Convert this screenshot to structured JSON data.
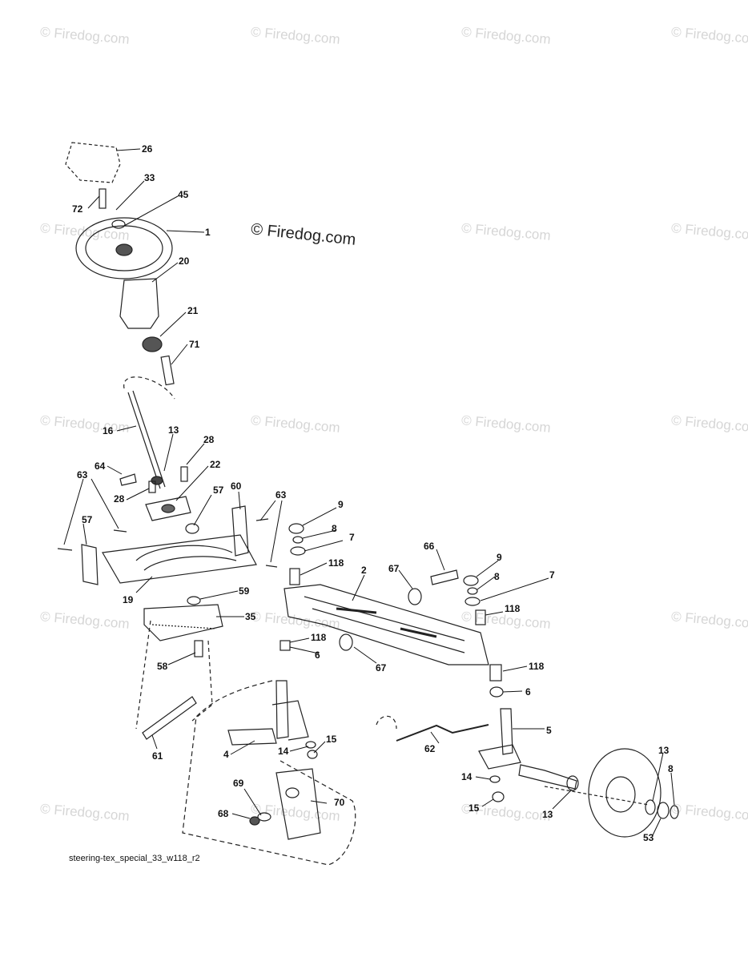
{
  "watermark": "© Firedog.com",
  "center_watermark": "© Firedog.com",
  "caption": "steering-tex_special_33_w118_r2",
  "part_numbers": [
    "26",
    "33",
    "72",
    "45",
    "1",
    "20",
    "21",
    "71",
    "16",
    "13",
    "28",
    "64",
    "22",
    "63",
    "28",
    "57",
    "60",
    "57",
    "63",
    "19",
    "59",
    "35",
    "58",
    "61",
    "4",
    "14",
    "15",
    "69",
    "70",
    "68",
    "9",
    "8",
    "7",
    "118",
    "2",
    "66",
    "67",
    "9",
    "8",
    "7",
    "118",
    "118",
    "6",
    "67",
    "118",
    "6",
    "5",
    "62",
    "14",
    "15",
    "13",
    "13",
    "8",
    "53"
  ]
}
